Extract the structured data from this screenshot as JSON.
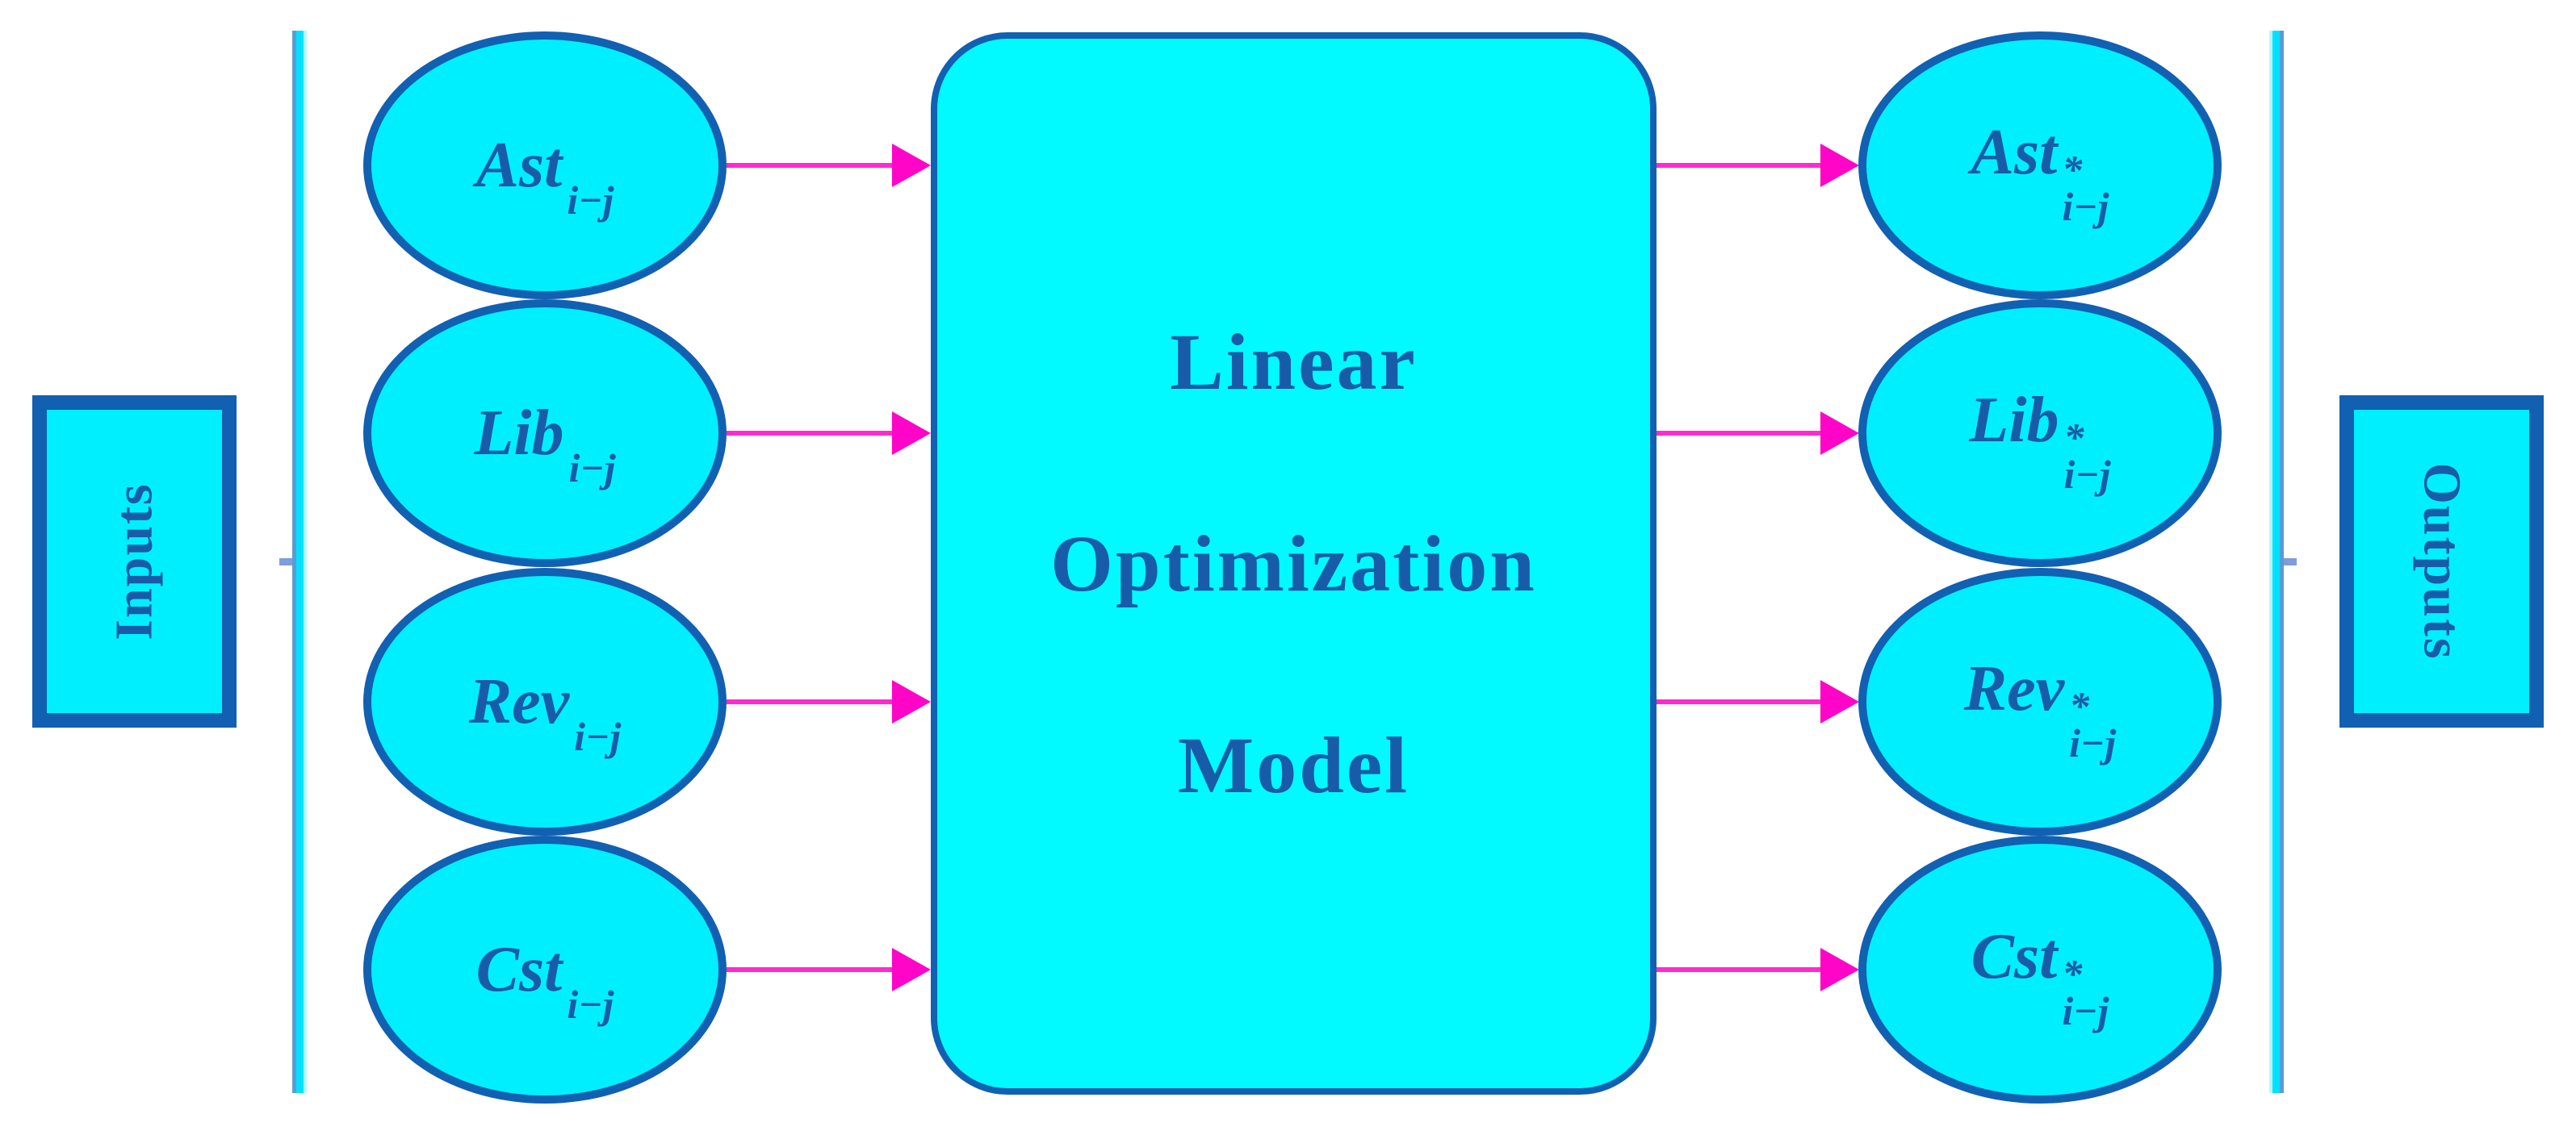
{
  "colors": {
    "fill": "#00EFFF",
    "box_fill": "#00FAFF",
    "border": "#1160B2",
    "ink": "#185CA9",
    "arrow": "#FF2BCD",
    "arrowhead": "#FF05C8",
    "bracket_edge": "#5B9BD5",
    "bracket_tick": "#7D9ED8",
    "bracket_fill": "#00E2FF"
  },
  "inputs": {
    "title": "Inputs",
    "nodes": [
      {
        "base": "Ast",
        "sup": "",
        "sub": "i−j"
      },
      {
        "base": "Lib",
        "sup": "",
        "sub": "i−j"
      },
      {
        "base": "Rev",
        "sup": "",
        "sub": "i−j"
      },
      {
        "base": "Cst",
        "sup": "",
        "sub": "i−j"
      }
    ]
  },
  "model": {
    "lines": [
      "Linear",
      "Optimization",
      "Model"
    ]
  },
  "outputs": {
    "title": "Outputs",
    "nodes": [
      {
        "base": "Ast",
        "sup": "*",
        "sub": "i−j"
      },
      {
        "base": "Lib",
        "sup": "*",
        "sub": "i−j"
      },
      {
        "base": "Rev",
        "sup": "*",
        "sub": "i−j"
      },
      {
        "base": "Cst",
        "sup": "*",
        "sub": "i−j"
      }
    ]
  }
}
